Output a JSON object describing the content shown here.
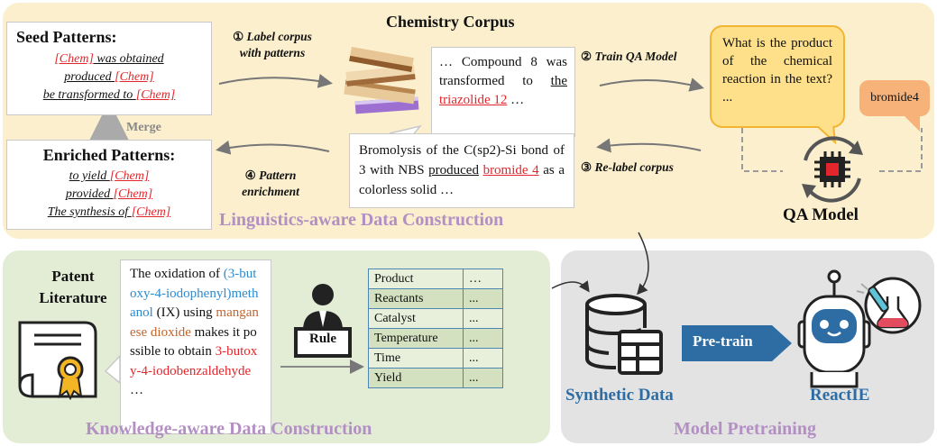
{
  "top": {
    "seed": {
      "title": "Seed Patterns:",
      "lines": [
        {
          "pre": "",
          "chem": "[Chem]",
          "mid": " was obtained",
          "chem2": ""
        },
        {
          "pre": "produced ",
          "chem": "[Chem]",
          "mid": "",
          "chem2": ""
        },
        {
          "pre": "be transformed to ",
          "chem": "[Chem]",
          "mid": "",
          "chem2": ""
        }
      ]
    },
    "merge_label": "Merge",
    "enriched": {
      "title": "Enriched Patterns:",
      "lines": [
        {
          "pre": "to yield ",
          "chem": "[Chem]"
        },
        {
          "pre": "provided ",
          "chem": "[Chem]"
        },
        {
          "pre": "The synthesis of ",
          "chem": "[Chem]"
        }
      ]
    },
    "step1": {
      "num": "①",
      "text": "Label corpus with patterns"
    },
    "step2": {
      "num": "②",
      "text": "Train QA Model"
    },
    "step3": {
      "num": "③",
      "text": "Re-label corpus"
    },
    "step4": {
      "num": "④",
      "text": "Pattern enrichment"
    },
    "corpus_title": "Chemistry Corpus",
    "corpus_snippet": {
      "pre": "… Compound 8 was transformed to ",
      "u1": "the ",
      "red": "triazolide 12",
      "post": " …"
    },
    "relabel_snippet": {
      "pre": "Bromolysis of the C(sp2)-Si bond of 3 with NBS ",
      "u1": "produced",
      "red": "bromide 4",
      "post": " as a colorless solid …"
    },
    "question": "What is the product of the chemical reaction in the text? ...",
    "answer": "bromide4",
    "qa_label": "QA Model",
    "section_title": "Linguistics-aware Data Construction"
  },
  "bottom_left": {
    "patent_label": "Patent Literature",
    "patent_text": {
      "p1": "The oxidation of ",
      "blue": "(3-butoxy-4-iodophenyl)methanol",
      "p2": " (IX) using ",
      "brown": "manganese dioxide",
      "p3": " makes it possible to obtain ",
      "red": "3-butoxy-4-iodobenzaldehyde",
      "p4": " …"
    },
    "rule_label": "Rule",
    "table": [
      {
        "field": "Product",
        "value": "…"
      },
      {
        "field": "Reactants",
        "value": "..."
      },
      {
        "field": "Catalyst",
        "value": "..."
      },
      {
        "field": "Temperature",
        "value": "..."
      },
      {
        "field": "Time",
        "value": "..."
      },
      {
        "field": "Yield",
        "value": "..."
      }
    ],
    "section_title": "Knowledge-aware Data Construction"
  },
  "bottom_right": {
    "synthetic_label": "Synthetic Data",
    "pretrain_label": "Pre-train",
    "reactie_label": "ReactIE",
    "section_title": "Model Pretraining"
  },
  "colors": {
    "top_panel": "#fbefcd",
    "left_panel": "#e3edd6",
    "right_panel": "#e3e3e3",
    "section_title": "#b38fc4",
    "blue_text": "#2e6da4",
    "chem_red": "#e3262b",
    "qa_bubble": "#ffe08a",
    "answer_bubble": "#f7b27a"
  }
}
